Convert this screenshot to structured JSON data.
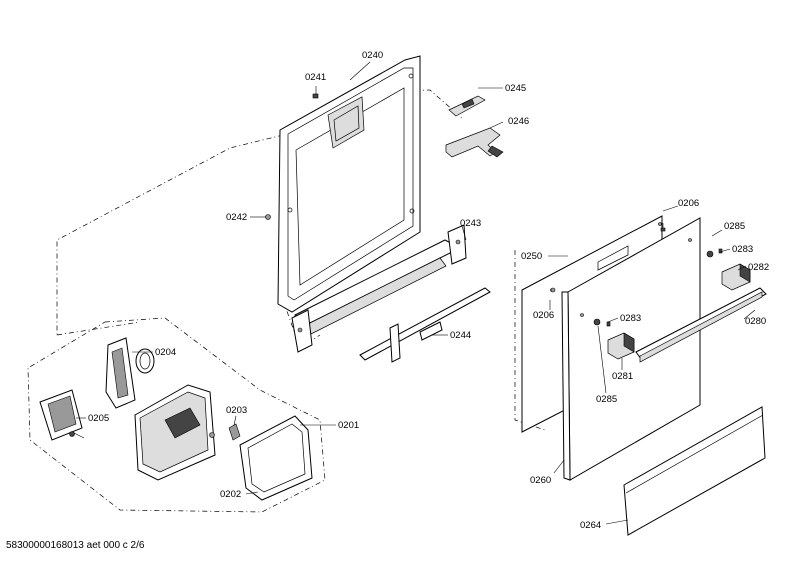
{
  "labels": {
    "p0240": "0240",
    "p0241": "0241",
    "p0245": "0245",
    "p0246": "0246",
    "p0242": "0242",
    "p0243": "0243",
    "p0244": "0244",
    "p0204": "0204",
    "p0205": "0205",
    "p0203": "0203",
    "p0201": "0201",
    "p0202": "0202",
    "p0206a": "0206",
    "p0285a": "0285",
    "p0283a": "0283",
    "p0282": "0282",
    "p0250": "0250",
    "p0206b": "0206",
    "p0283b": "0283",
    "p0280": "0280",
    "p0281": "0281",
    "p0285b": "0285",
    "p0260": "0260",
    "p0264": "0264"
  },
  "footer": {
    "code": "58300000168013 aet 000 c 2/6"
  }
}
